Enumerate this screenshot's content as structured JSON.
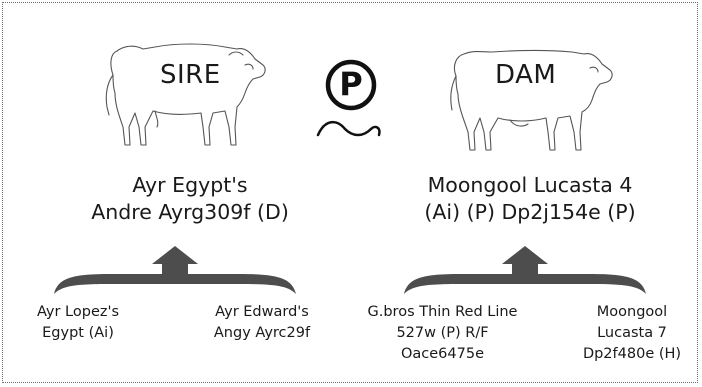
{
  "polled_symbol": "P",
  "sire": {
    "label": "SIRE",
    "name_line1": "Ayr Egypt's",
    "name_line2": "Andre Ayrg309f (D)",
    "parents": [
      {
        "line1": "Ayr Lopez's",
        "line2": "Egypt (Ai)"
      },
      {
        "line1": "Ayr Edward's",
        "line2": "Angy Ayrc29f"
      }
    ]
  },
  "dam": {
    "label": "DAM",
    "name_line1": "Moongool Lucasta 4",
    "name_line2": "(Ai) (P) Dp2j154e (P)",
    "parents": [
      {
        "line1": "G.bros Thin Red Line",
        "line2": "527w (P) R/F",
        "line3": "Oace6475e"
      },
      {
        "line1": "Moongool",
        "line2": "Lucasta 7",
        "line3": "Dp2f480e (H)"
      }
    ]
  },
  "colors": {
    "brace": "#4d4d4d",
    "outline": "#555555",
    "text": "#1a1a1a"
  }
}
